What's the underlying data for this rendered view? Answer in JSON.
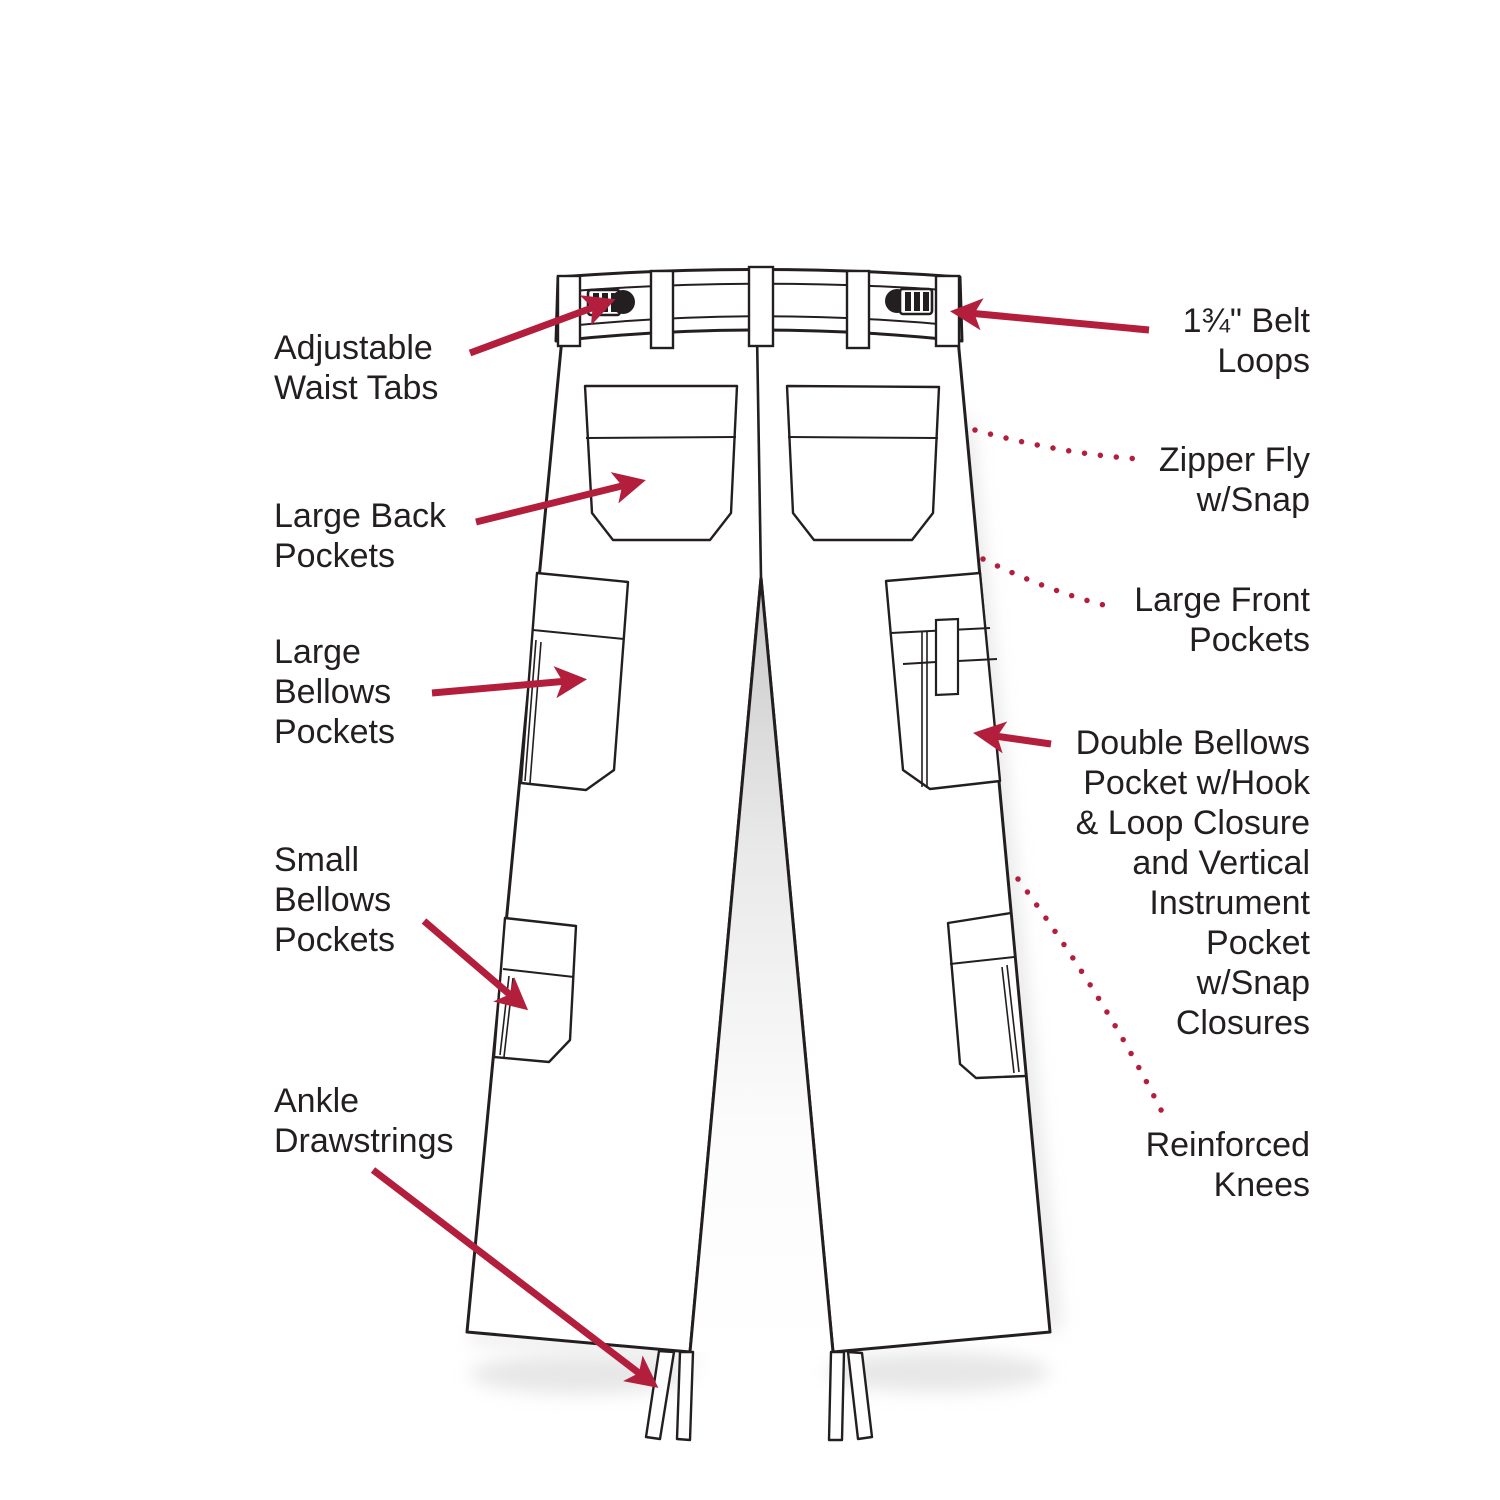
{
  "figure": {
    "name": "cargo-pants-back-view-feature-diagram",
    "subject": "BDU cargo pants, back view, line art with feature callouts"
  },
  "colors": {
    "accent": "#B31E3C",
    "ink": "#231F20",
    "shadow": "#CFCFCF"
  },
  "labels_left": [
    {
      "id": "adjustable-waist-tabs",
      "text": "Adjustable\nWaist Tabs"
    },
    {
      "id": "large-back-pockets",
      "text": "Large Back\nPockets"
    },
    {
      "id": "large-bellows-pockets",
      "text": "Large\nBellows\nPockets"
    },
    {
      "id": "small-bellows-pockets",
      "text": "Small\nBellows\nPockets"
    },
    {
      "id": "ankle-drawstrings",
      "text": "Ankle\nDrawstrings"
    }
  ],
  "labels_right": [
    {
      "id": "belt-loops",
      "text": "1¾\" Belt\nLoops"
    },
    {
      "id": "zipper-fly",
      "text": "Zipper Fly\nw/Snap"
    },
    {
      "id": "large-front-pockets",
      "text": "Large Front\nPockets"
    },
    {
      "id": "double-bellows-instrument-pocket",
      "text": "Double Bellows\nPocket w/Hook\n& Loop Closure\nand Vertical\nInstrument\nPocket\nw/Snap\nClosures"
    },
    {
      "id": "reinforced-knees",
      "text": "Reinforced\nKnees"
    }
  ]
}
